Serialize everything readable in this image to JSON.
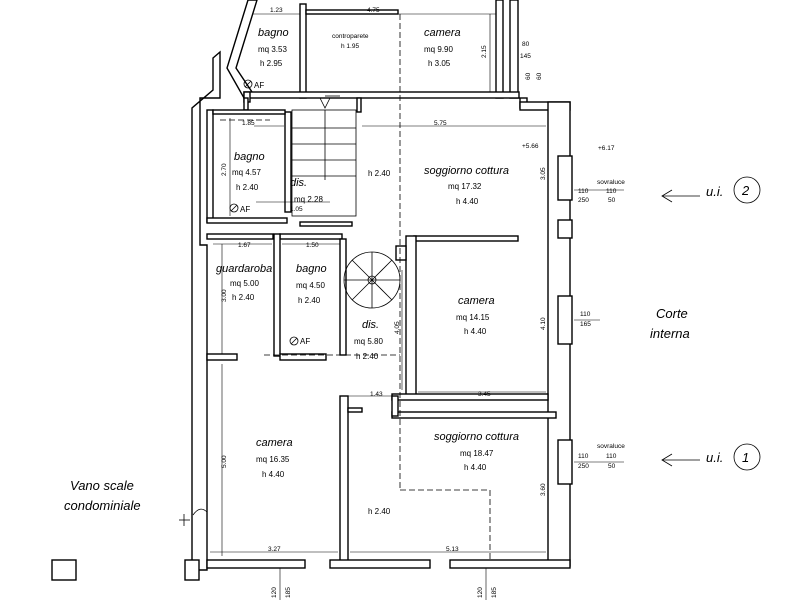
{
  "rooms": {
    "bagno_top": {
      "name": "bagno",
      "area": "mq 3.53",
      "height": "h 2.95",
      "af": "AF"
    },
    "controparete": {
      "name": "controparete",
      "height": "h 1.95"
    },
    "camera_top": {
      "name": "camera",
      "area": "mq 9.90",
      "height": "h 3.05"
    },
    "bagno_mid": {
      "name": "bagno",
      "area": "mq 4.57",
      "height": "h 2.40",
      "af": "AF"
    },
    "dis": {
      "name": "dis.",
      "area": "mq 2.28"
    },
    "stair_h": {
      "height": "h 2.40"
    },
    "soggiorno_2": {
      "name": "soggiorno cottura",
      "area": "mq 17.32",
      "height": "h 4.40"
    },
    "guardaroba": {
      "name": "guardaroba",
      "area": "mq 5.00",
      "height": "h 2.40"
    },
    "bagno_low": {
      "name": "bagno",
      "area": "mq 4.50",
      "height": "h 2.40",
      "af": "AF"
    },
    "dis_low": {
      "name": "dis.",
      "area": "mq 5.80",
      "height": "h 2.40"
    },
    "camera_mid": {
      "name": "camera",
      "area": "mq 14.15",
      "height": "h 4.40"
    },
    "soggiorno_1": {
      "name": "soggiorno cottura",
      "area": "mq 18.47",
      "height": "h 4.40"
    },
    "camera_low": {
      "name": "camera",
      "area": "mq 16.35",
      "height": "h 4.40"
    },
    "area_h": {
      "height": "h 2.40"
    }
  },
  "dimensions": {
    "d123": "1.23",
    "d475": "4.75",
    "d215": "2.15",
    "d80": "80",
    "d145": "145",
    "d60a": "60",
    "d60b": "60",
    "d185": "1.85",
    "d575": "5.75",
    "d270": "2.70",
    "d105": "1.05",
    "d305": "3.05",
    "d167": "1.67",
    "d150": "1.50",
    "d300": "3.00",
    "d405": "4.05",
    "d410": "4.10",
    "d143": "1.43",
    "d345": "3.45",
    "d500": "5.00",
    "d360": "3.60",
    "d327": "3.27",
    "d513": "5.13",
    "w110a": "110",
    "w110b": "110",
    "w250a": "250",
    "w50a": "50",
    "sov1": "sovraluce",
    "w110c": "110",
    "w165": "165",
    "w110d": "110",
    "w110e": "110",
    "w250b": "250",
    "w50b": "50",
    "sov2": "sovraluce",
    "bot120a": "120",
    "bot185a": "185",
    "bot120b": "120",
    "bot185b": "185",
    "lv1": "+5.66",
    "lv2": "+6.17"
  },
  "labels": {
    "ui2_prefix": "u.i.",
    "ui2_num": "2",
    "ui1_prefix": "u.i.",
    "ui1_num": "1",
    "corte_1": "Corte",
    "corte_2": "interna",
    "vano_1": "Vano scale",
    "vano_2": "condominiale"
  }
}
